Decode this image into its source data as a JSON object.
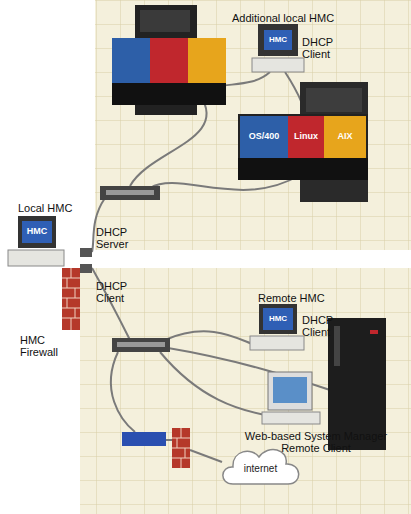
{
  "diagram": {
    "nodes": [
      {
        "text": [
          "HMC"
        ]
      },
      {
        "text": [
          "OS/400"
        ]
      },
      {
        "text": [
          "Linux"
        ]
      },
      {
        "text": [
          "AIX"
        ]
      },
      {
        "text": [
          "HMC"
        ]
      },
      {
        "text": [
          "HMC"
        ]
      },
      {
        "text": [
          "internet"
        ]
      }
    ],
    "labels": [
      "Additional local HMC",
      "DHCP Client",
      "Local HMC",
      "DHCP Server",
      "DHCP Client",
      "HMC Firewall",
      "Remote HMC",
      "DHCP Client",
      "Web-based System Manager Remote Client"
    ]
  }
}
